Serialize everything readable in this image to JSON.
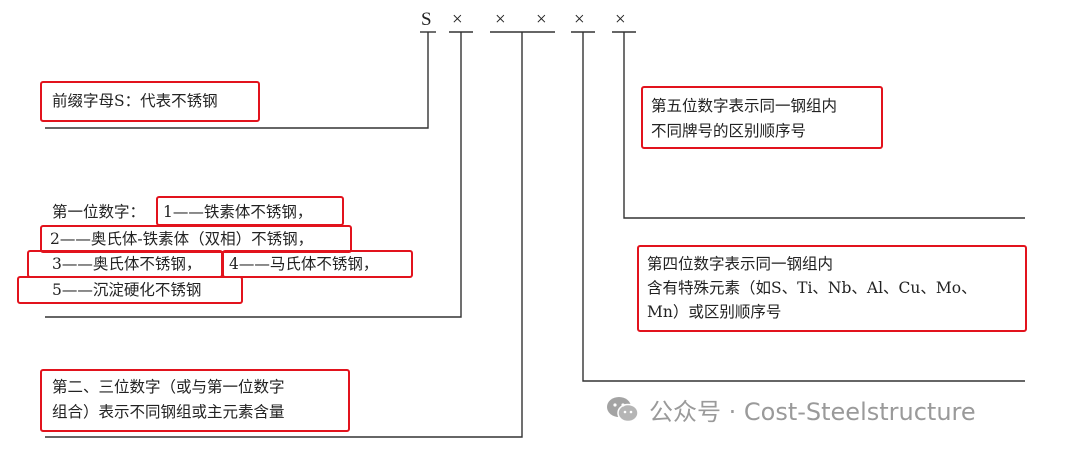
{
  "code": {
    "s": "S",
    "x1": "×",
    "x2": "×",
    "x3": "×",
    "x4": "×",
    "x5": "×"
  },
  "prefix": {
    "label": "前缀字母S：代表不锈钢"
  },
  "first_digit": {
    "lead": "第一位数字：",
    "item1": "1——铁素体不锈钢，",
    "item2": "2——奥氏体-铁素体（双相）不锈钢，",
    "item3": "3——奥氏体不锈钢，",
    "item4": "4——马氏体不锈钢，",
    "item5": "5——沉淀硬化不锈钢"
  },
  "second_third": {
    "line1": "第二、三位数字（或与第一位数字",
    "line2": "组合）表示不同钢组或主元素含量"
  },
  "fifth_digit": {
    "line1": "第五位数字表示同一钢组内",
    "line2": "不同牌号的区别顺序号"
  },
  "fourth_digit": {
    "line1": "第四位数字表示同一钢组内",
    "line2": "含有特殊元素（如S、Ti、Nb、Al、Cu、Mo、",
    "line3": "Mn）或区别顺序号"
  },
  "watermark": {
    "text": "公众号 · Cost-Steelstructure",
    "icon": "wechat-icon"
  },
  "colors": {
    "highlight": "#e2131d",
    "line": "#333333",
    "watermark": "#9a9a9a"
  }
}
